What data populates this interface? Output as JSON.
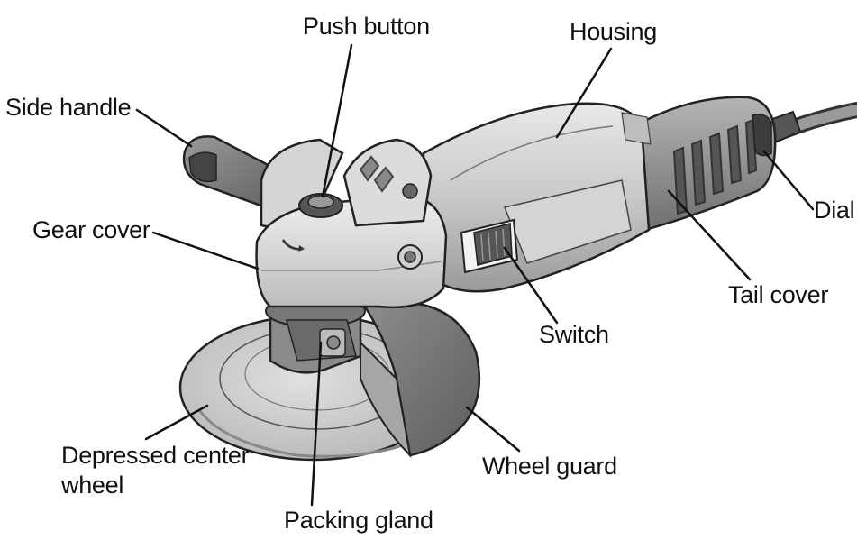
{
  "labels": {
    "push_button": "Push button",
    "housing": "Housing",
    "side_handle": "Side handle",
    "gear_cover": "Gear cover",
    "dial": "Dial",
    "tail_cover": "Tail cover",
    "switch": "Switch",
    "depressed_center_wheel_line1": "Depressed center",
    "depressed_center_wheel_line2": "wheel",
    "wheel_guard": "Wheel guard",
    "packing_gland": "Packing gland"
  }
}
